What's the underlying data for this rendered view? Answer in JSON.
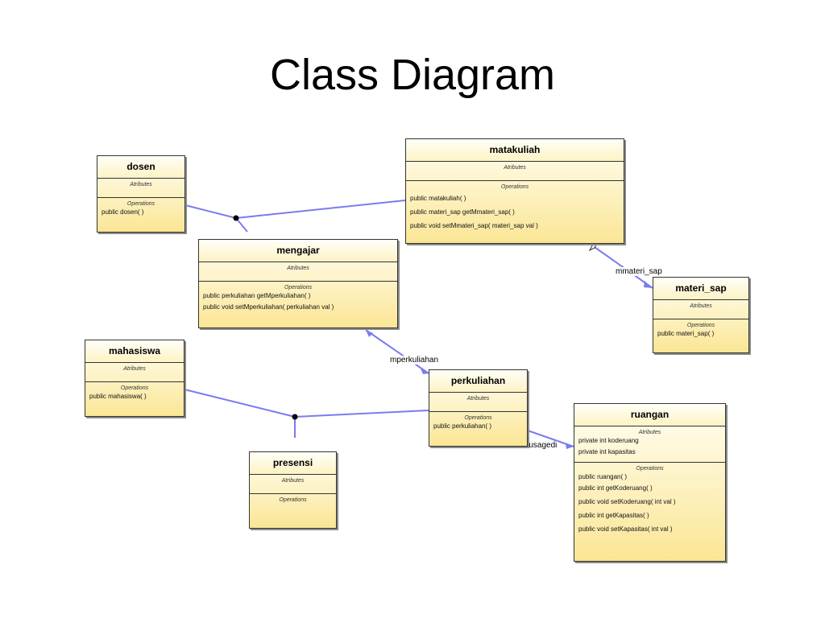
{
  "title": "Class Diagram",
  "classes": {
    "dosen": {
      "name": "dosen",
      "attr_label": "Atributes",
      "ops_label": "Operations",
      "operations": [
        "public dosen( )"
      ]
    },
    "matakuliah": {
      "name": "matakuliah",
      "attr_label": "Atributes",
      "ops_label": "Operations",
      "operations": [
        "public matakuliah( )",
        "public materi_sap getMmateri_sap( )",
        "public void setMmateri_sap( materi_sap val )"
      ]
    },
    "mengajar": {
      "name": "mengajar",
      "attr_label": "Atributes",
      "ops_label": "Operations",
      "operations": [
        "public perkuliahan getMperkuliahan( )",
        "public void setMperkuliahan( perkuliahan val )"
      ]
    },
    "materi_sap": {
      "name": "materi_sap",
      "attr_label": "Atributes",
      "ops_label": "Operations",
      "operations": [
        "public materi_sap( )"
      ]
    },
    "mahasiswa": {
      "name": "mahasiswa",
      "attr_label": "Atributes",
      "ops_label": "Operations",
      "operations": [
        "public mahasiswa( )"
      ]
    },
    "perkuliahan": {
      "name": "perkuliahan",
      "attr_label": "Atributes",
      "ops_label": "Operations",
      "operations": [
        "public perkuliahan( )"
      ]
    },
    "presensi": {
      "name": "presensi",
      "attr_label": "Atributes",
      "ops_label": "Operations",
      "operations": []
    },
    "ruangan": {
      "name": "ruangan",
      "attr_label": "Atributes",
      "ops_label": "Operations",
      "attributes": [
        "private int koderuang",
        "private int kapasitas"
      ],
      "operations": [
        "public ruangan( )",
        "public int getKoderuang( )",
        "public void setKoderuang( int val )",
        "public int getKapasitas( )",
        "public void setKapasitas( int val )"
      ]
    }
  },
  "role_labels": {
    "mmateri_sap": "mmateri_sap",
    "mperkuliahan": "mperkuliahan",
    "rusagedi": "rusagedi"
  },
  "colors": {
    "line": "#7b7bf0",
    "class_fill_top": "#fffef2",
    "class_fill_bottom": "#fbe695",
    "border": "#333333"
  }
}
